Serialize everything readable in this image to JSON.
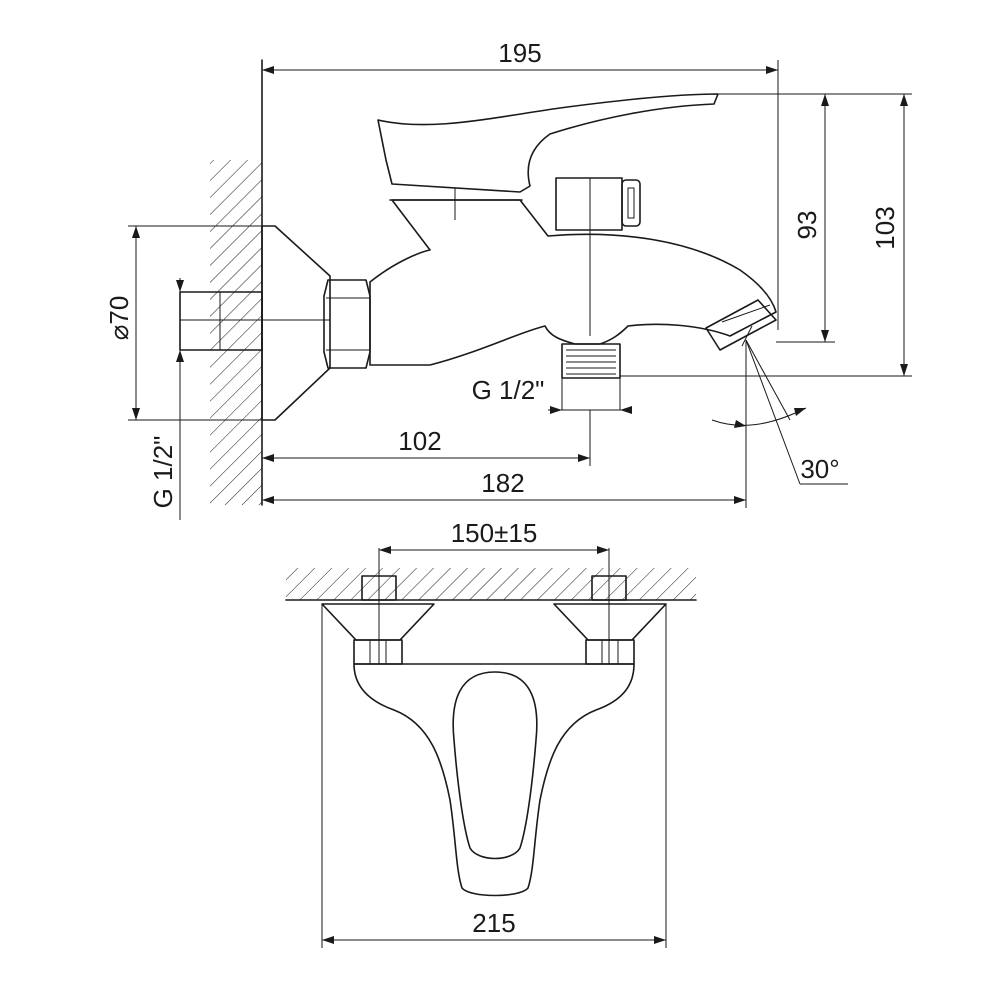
{
  "colors": {
    "line": "#1a1a1a",
    "background": "#ffffff"
  },
  "side_view": {
    "dim_total_width": "195",
    "dim_height_93": "93",
    "dim_height_103": "103",
    "dim_flange_diameter": "⌀70",
    "dim_inlet_thread": "G 1/2\"",
    "dim_outlet_thread": "G 1/2\"",
    "dim_outlet_offset": "102",
    "dim_spout_reach": "182",
    "dim_spout_angle": "30°"
  },
  "front_view": {
    "dim_center_distance": "150±15",
    "dim_overall_width": "215"
  }
}
